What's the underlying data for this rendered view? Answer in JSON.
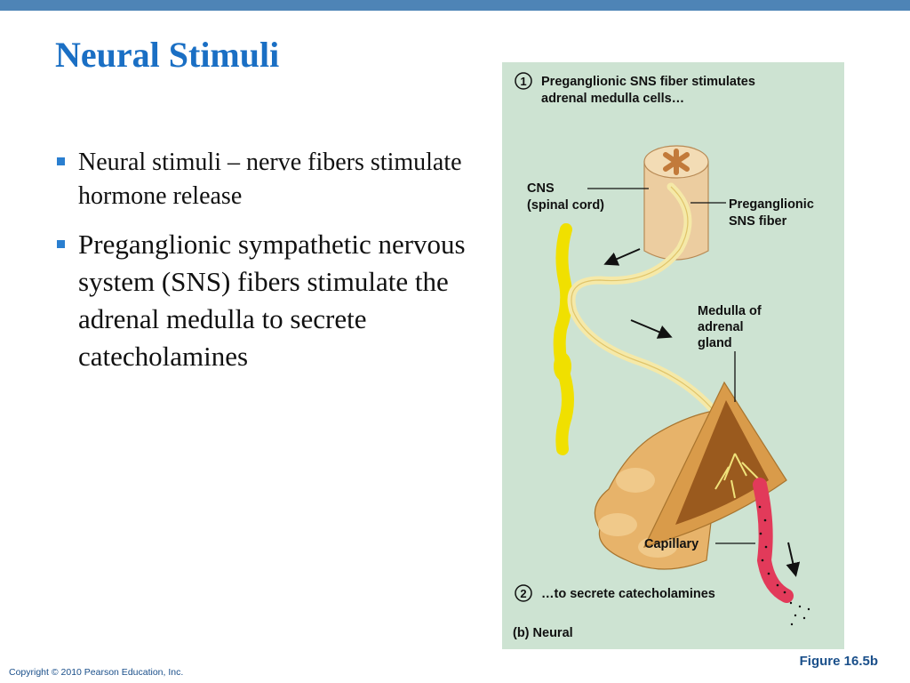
{
  "title": "Neural Stimuli",
  "bullets": [
    "Neural stimuli – nerve fibers stimulate hormone release",
    "Preganglionic sympathetic nervous system (SNS) fibers stimulate the adrenal medulla to secrete catecholamines"
  ],
  "figure": {
    "step1_number": "1",
    "step1_line1": "Preganglionic SNS fiber stimulates",
    "step1_line2": "adrenal medulla cells…",
    "cns_line1": "CNS",
    "cns_line2": "(spinal cord)",
    "fiber_line1": "Preganglionic",
    "fiber_line2": "SNS fiber",
    "medulla_line1": "Medulla of",
    "medulla_line2": "adrenal",
    "medulla_line3": "gland",
    "capillary": "Capillary",
    "step2_number": "2",
    "step2_text": "…to secrete catecholamines",
    "panel_label": "(b) Neural",
    "background_color": "#cde3d2"
  },
  "figure_caption": "Figure 16.5b",
  "copyright": "Copyright © 2010 Pearson Education, Inc."
}
